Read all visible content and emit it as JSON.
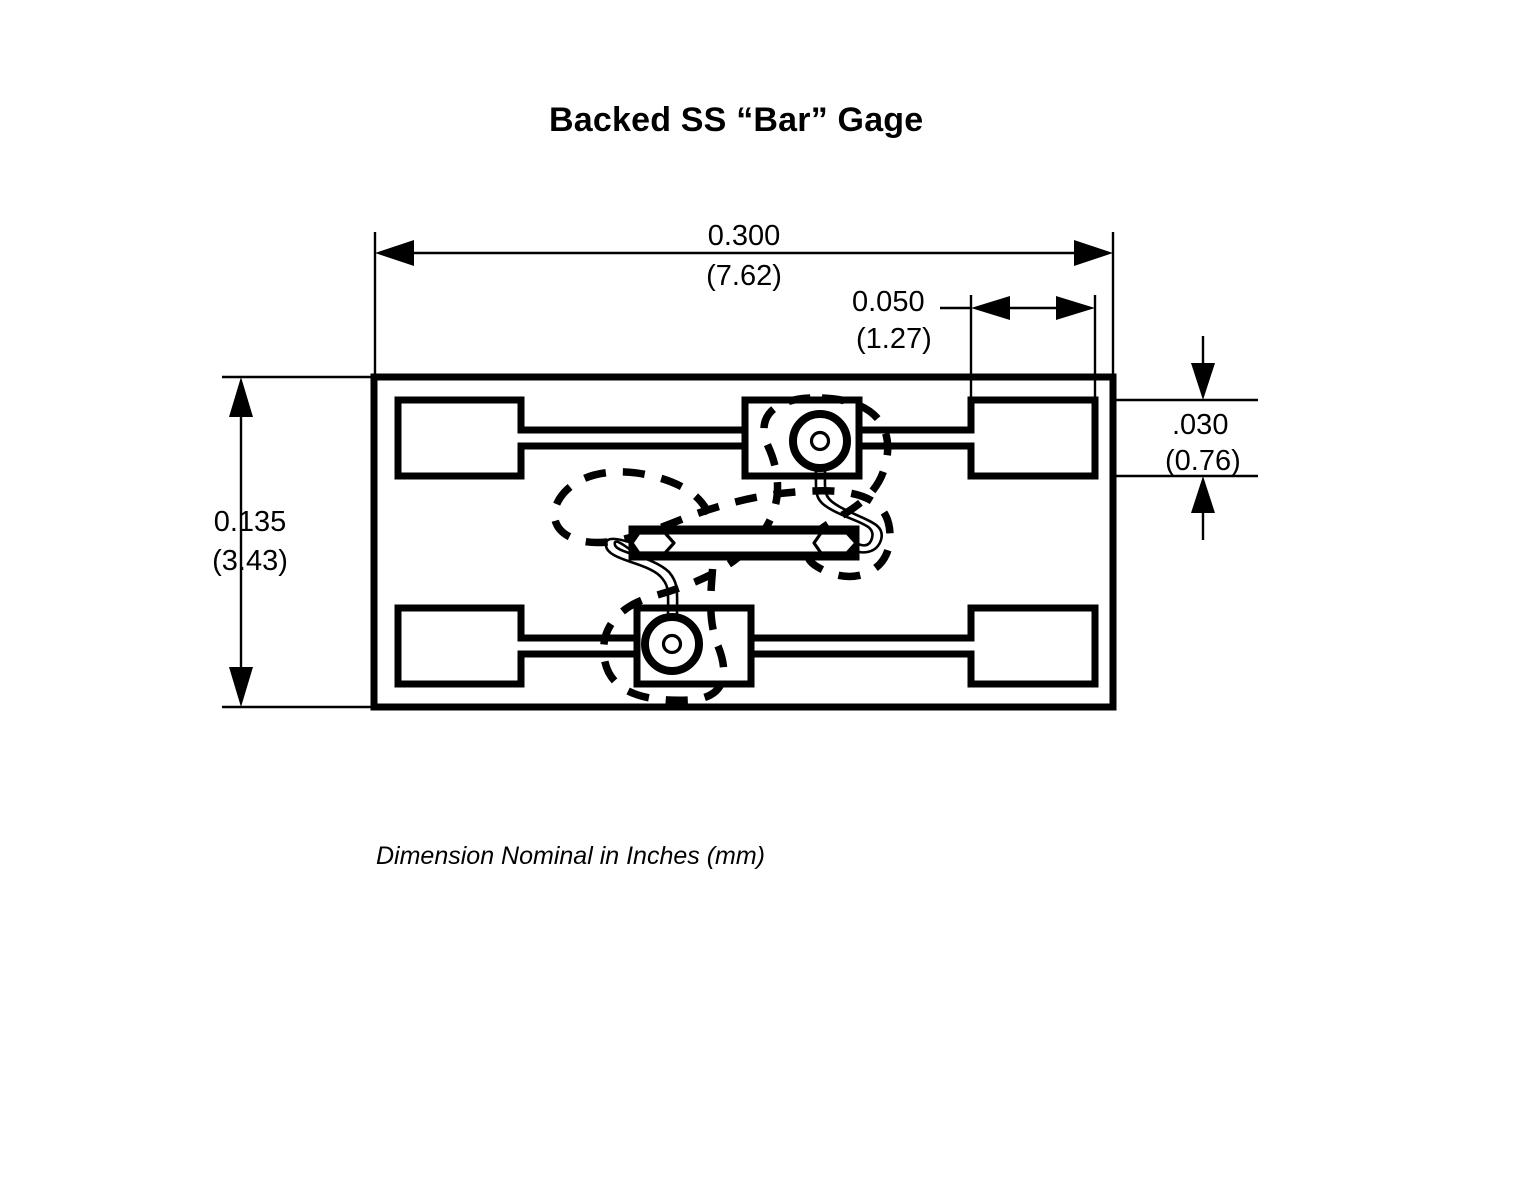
{
  "title": "Backed SS “Bar” Gage",
  "caption": "Dimension Nominal in Inches (mm)",
  "dimensions": {
    "overall_width": {
      "inches": "0.300",
      "mm": "(7.62)"
    },
    "pad_width": {
      "inches": "0.050",
      "mm": "(1.27)"
    },
    "overall_height": {
      "inches": "0.135",
      "mm": "(3.43)"
    },
    "pad_height": {
      "inches": ".030",
      "mm": "(0.76)"
    }
  },
  "colors": {
    "ink": "#000000",
    "background": "#ffffff"
  },
  "components": {
    "substrate_label": "substrate-outline",
    "bar_element_label": "bar-gage-element",
    "pads": [
      "upper-left-pad",
      "upper-right-pad",
      "lower-left-pad",
      "lower-right-pad"
    ],
    "vias": [
      "upper-via-pad",
      "lower-via-pad"
    ],
    "encapsulant_label": "encapsulant-outline"
  }
}
